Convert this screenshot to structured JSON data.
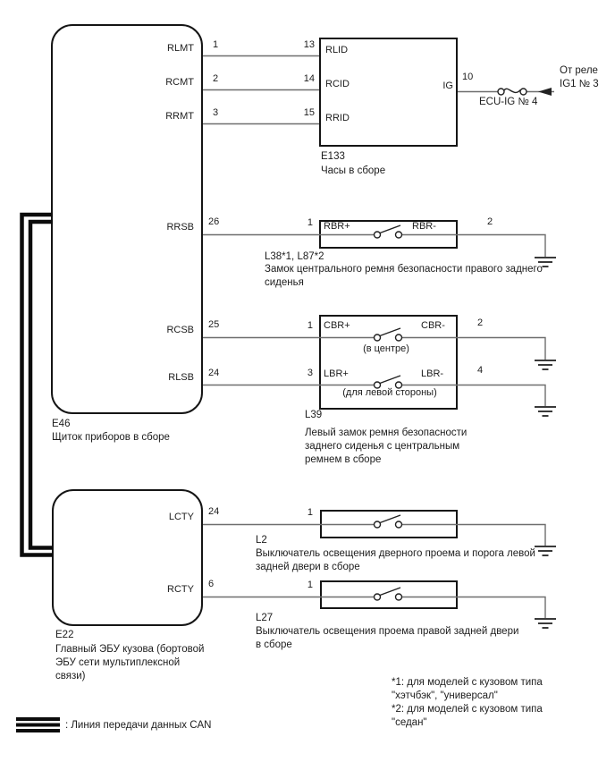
{
  "connectors": {
    "e46": {
      "id": "E46",
      "caption": "Щиток приборов в сборе",
      "pins": {
        "rlmt": "RLMT",
        "rcmt": "RCMT",
        "rrmt": "RRMT",
        "rrsb": "RRSB",
        "rcsb": "RCSB",
        "rlsb": "RLSB"
      }
    },
    "e22": {
      "id": "E22",
      "caption": [
        "Главный ЭБУ кузова (бортовой",
        "ЭБУ сети мультиплексной",
        "связи)"
      ],
      "pins": {
        "lcty": "LCTY",
        "rcty": "RCTY"
      }
    },
    "e133": {
      "id": "E133",
      "caption": "Часы в сборе",
      "pins": {
        "rlid": "RLID",
        "rcid": "RCID",
        "rrid": "RRID",
        "ig": "IG"
      }
    },
    "l38": {
      "id": "L38*1, L87*2",
      "caption": [
        "Замок центрального ремня безопасности правого заднего",
        "сиденья"
      ],
      "pins": {
        "plus": "RBR+",
        "minus": "RBR-"
      }
    },
    "l39": {
      "id": "L39",
      "caption": [
        "Левый замок ремня безопасности",
        "заднего сиденья с центральным",
        "ремнем в сборе"
      ],
      "pins": {
        "cbr_plus": "CBR+",
        "cbr_minus": "CBR-",
        "lbr_plus": "LBR+",
        "lbr_minus": "LBR-"
      },
      "notes": {
        "center": "(в центре)",
        "left": "(для левой стороны)"
      }
    },
    "l2": {
      "id": "L2",
      "caption": [
        "Выключатель освещения дверного проема и порога левой",
        "задней двери в сборе"
      ]
    },
    "l27": {
      "id": "L27",
      "caption": [
        "Выключатель освещения проема правой задней двери",
        "в сборе"
      ]
    }
  },
  "pin_numbers": {
    "rlmt": "1",
    "rlid": "13",
    "rcmt": "2",
    "rcid": "14",
    "rrmt": "3",
    "rrid": "15",
    "ig": "10",
    "rrsb": "26",
    "rbr_in": "1",
    "rbr_out": "2",
    "rcsb": "25",
    "cbr_in": "1",
    "cbr_out": "2",
    "rlsb": "24",
    "lbr_in": "3",
    "lbr_out": "4",
    "lcty": "24",
    "l2_in": "1",
    "rcty": "6",
    "l27_in": "1"
  },
  "power": {
    "fuse": "ECU-IG № 4",
    "source": [
      "От реле",
      "IG1 № 3"
    ]
  },
  "footnotes": [
    "*1: для моделей с кузовом типа",
    "\"хэтчбэк\", \"универсал\"",
    "*2: для моделей с кузовом типа",
    "\"седан\""
  ],
  "legend": ": Линия передачи данных CAN"
}
